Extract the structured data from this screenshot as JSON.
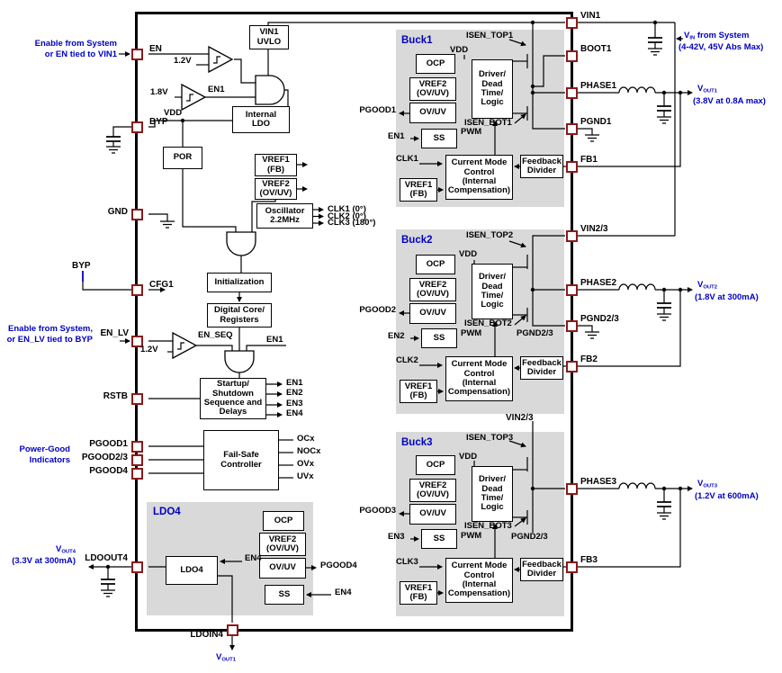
{
  "colors": {
    "blue": "#0000C2",
    "pin_border": "#8B1A1A",
    "panel": "#D9D9D9",
    "wire": "#000000",
    "box_bg": "#FFFFFF"
  },
  "pins": {
    "left": [
      "EN",
      "BYP",
      "GND",
      "CFG1",
      "EN_LV",
      "RSTB",
      "PGOOD1",
      "PGOOD2/3",
      "PGOOD4",
      "LDOOUT4"
    ],
    "right": [
      "VIN1",
      "BOOT1",
      "PHASE1",
      "PGND1",
      "FB1",
      "VIN2/3",
      "PHASE2",
      "PGND2/3",
      "FB2",
      "PHASE3",
      "FB3"
    ],
    "bottom": [
      "LDOIN4"
    ]
  },
  "panel_titles": {
    "buck1": "Buck1",
    "buck2": "Buck2",
    "buck3": "Buck3",
    "ldo4": "LDO4"
  },
  "blocks": {
    "uvlo": [
      "VIN1",
      "UVLO"
    ],
    "internal_ldo": [
      "Internal",
      "LDO"
    ],
    "por": [
      "POR"
    ],
    "vref1_main": [
      "VREF1",
      "(FB)"
    ],
    "vref2_main": [
      "VREF2",
      "(OV/UV)"
    ],
    "oscillator": [
      "Oscillator",
      "2.2MHz"
    ],
    "initialization": [
      "Initialization"
    ],
    "digital_core": [
      "Digital Core/",
      "Registers"
    ],
    "startup": [
      "Startup/",
      "Shutdown",
      "Sequence and",
      "Delays"
    ],
    "failsafe": [
      "Fail-Safe",
      "Controller"
    ],
    "ldo4_reg": [
      "LDO4"
    ],
    "ldo4_ocp": [
      "OCP"
    ],
    "ldo4_vref2": [
      "VREF2",
      "(OV/UV)"
    ],
    "ldo4_ovuv": [
      "OV/UV"
    ],
    "ldo4_ss": [
      "SS"
    ],
    "b1_ocp": [
      "OCP"
    ],
    "b1_vref2": [
      "VREF2",
      "(OV/UV)"
    ],
    "b1_ovuv": [
      "OV/UV"
    ],
    "b1_ss": [
      "SS"
    ],
    "b1_driver": [
      "Driver/",
      "Dead",
      "Time/",
      "Logic"
    ],
    "b1_cmc": [
      "Current Mode",
      "Control",
      "(Internal",
      "Compensation)"
    ],
    "b1_vref1": [
      "VREF1",
      "(FB)"
    ],
    "b1_fbdiv": [
      "Feedback",
      "Divider"
    ],
    "b2_ocp": [
      "OCP"
    ],
    "b2_vref2": [
      "VREF2",
      "(OV/UV)"
    ],
    "b2_ovuv": [
      "OV/UV"
    ],
    "b2_ss": [
      "SS"
    ],
    "b2_driver": [
      "Driver/",
      "Dead",
      "Time/",
      "Logic"
    ],
    "b2_cmc": [
      "Current Mode",
      "Control",
      "(Internal",
      "Compensation)"
    ],
    "b2_vref1": [
      "VREF1",
      "(FB)"
    ],
    "b2_fbdiv": [
      "Feedback",
      "Divider"
    ],
    "b3_ocp": [
      "OCP"
    ],
    "b3_vref2": [
      "VREF2",
      "(OV/UV)"
    ],
    "b3_ovuv": [
      "OV/UV"
    ],
    "b3_ss": [
      "SS"
    ],
    "b3_driver": [
      "Driver/",
      "Dead",
      "Time/",
      "Logic"
    ],
    "b3_cmc": [
      "Current Mode",
      "Control",
      "(Internal",
      "Compensation)"
    ],
    "b3_vref1": [
      "VREF1",
      "(FB)"
    ],
    "b3_fbdiv": [
      "Feedback",
      "Divider"
    ]
  },
  "signals": {
    "ref_1v2_en": "1.2V",
    "ref_1v8": "1.8V",
    "en1_comp": "EN1",
    "vdd": "VDD",
    "en_seq": "EN_SEQ",
    "ref_1v2_enlv": "1.2V",
    "en1_and": "EN1",
    "byp_cfg": "BYP",
    "clk1_out": "CLK1 (0°)",
    "clk2_out": "CLK2 (0°)",
    "clk3_out": "CLK3 (180°)",
    "en_out1": "EN1",
    "en_out2": "EN2",
    "en_out3": "EN3",
    "en_out4": "EN4",
    "ocx": "OCx",
    "nocx": "NOCx",
    "ovx": "OVx",
    "uvx": "UVx",
    "b1_isen_top": "ISEN_TOP1",
    "b1_isen_bot": "ISEN_BOT1",
    "b1_vdd": "VDD",
    "b1_pwm": "PWM",
    "b1_clk": "CLK1",
    "b1_en": "EN1",
    "b1_pgood": "PGOOD1",
    "b2_isen_top": "ISEN_TOP2",
    "b2_isen_bot": "ISEN_BOT2",
    "b2_vdd": "VDD",
    "b2_pwm": "PWM",
    "b2_clk": "CLK2",
    "b2_en": "EN2",
    "b2_pgood": "PGOOD2",
    "b2_pgnd": "PGND2/3",
    "b3_isen_top": "ISEN_TOP3",
    "b3_isen_bot": "ISEN_BOT3",
    "b3_vdd": "VDD",
    "b3_pwm": "PWM",
    "b3_clk": "CLK3",
    "b3_en": "EN3",
    "b3_pgood": "PGOOD3",
    "b3_pgnd": "PGND2/3",
    "b3_vin": "VIN2/3",
    "ldo_en4_in": "EN4",
    "ldo_en4_ss": "EN4",
    "ldo_pgood4": "PGOOD4"
  },
  "notes": {
    "enable_en_1": "Enable from System",
    "enable_en_2": "or EN tied to VIN1",
    "enable_enlv_1": "Enable from System,",
    "enable_enlv_2": "or EN_LV tied to BYP",
    "pgood_1": "Power-Good",
    "pgood_2": "Indicators",
    "vout4_1": "V_{OUT4}",
    "vout4_2": "(3.3V at 300mA)",
    "vin_1": "V_{IN} from System",
    "vin_2": "(4-42V, 45V Abs Max)",
    "vout1_1": "V_{OUT1}",
    "vout1_2": "(3.8V at 0.8A max)",
    "vout2_1": "V_{OUT2}",
    "vout2_2": "(1.8V at 300mA)",
    "vout3_1": "V_{OUT3}",
    "vout3_2": "(1.2V at 600mA)",
    "ldoin_net": "V_{OUT1}"
  }
}
